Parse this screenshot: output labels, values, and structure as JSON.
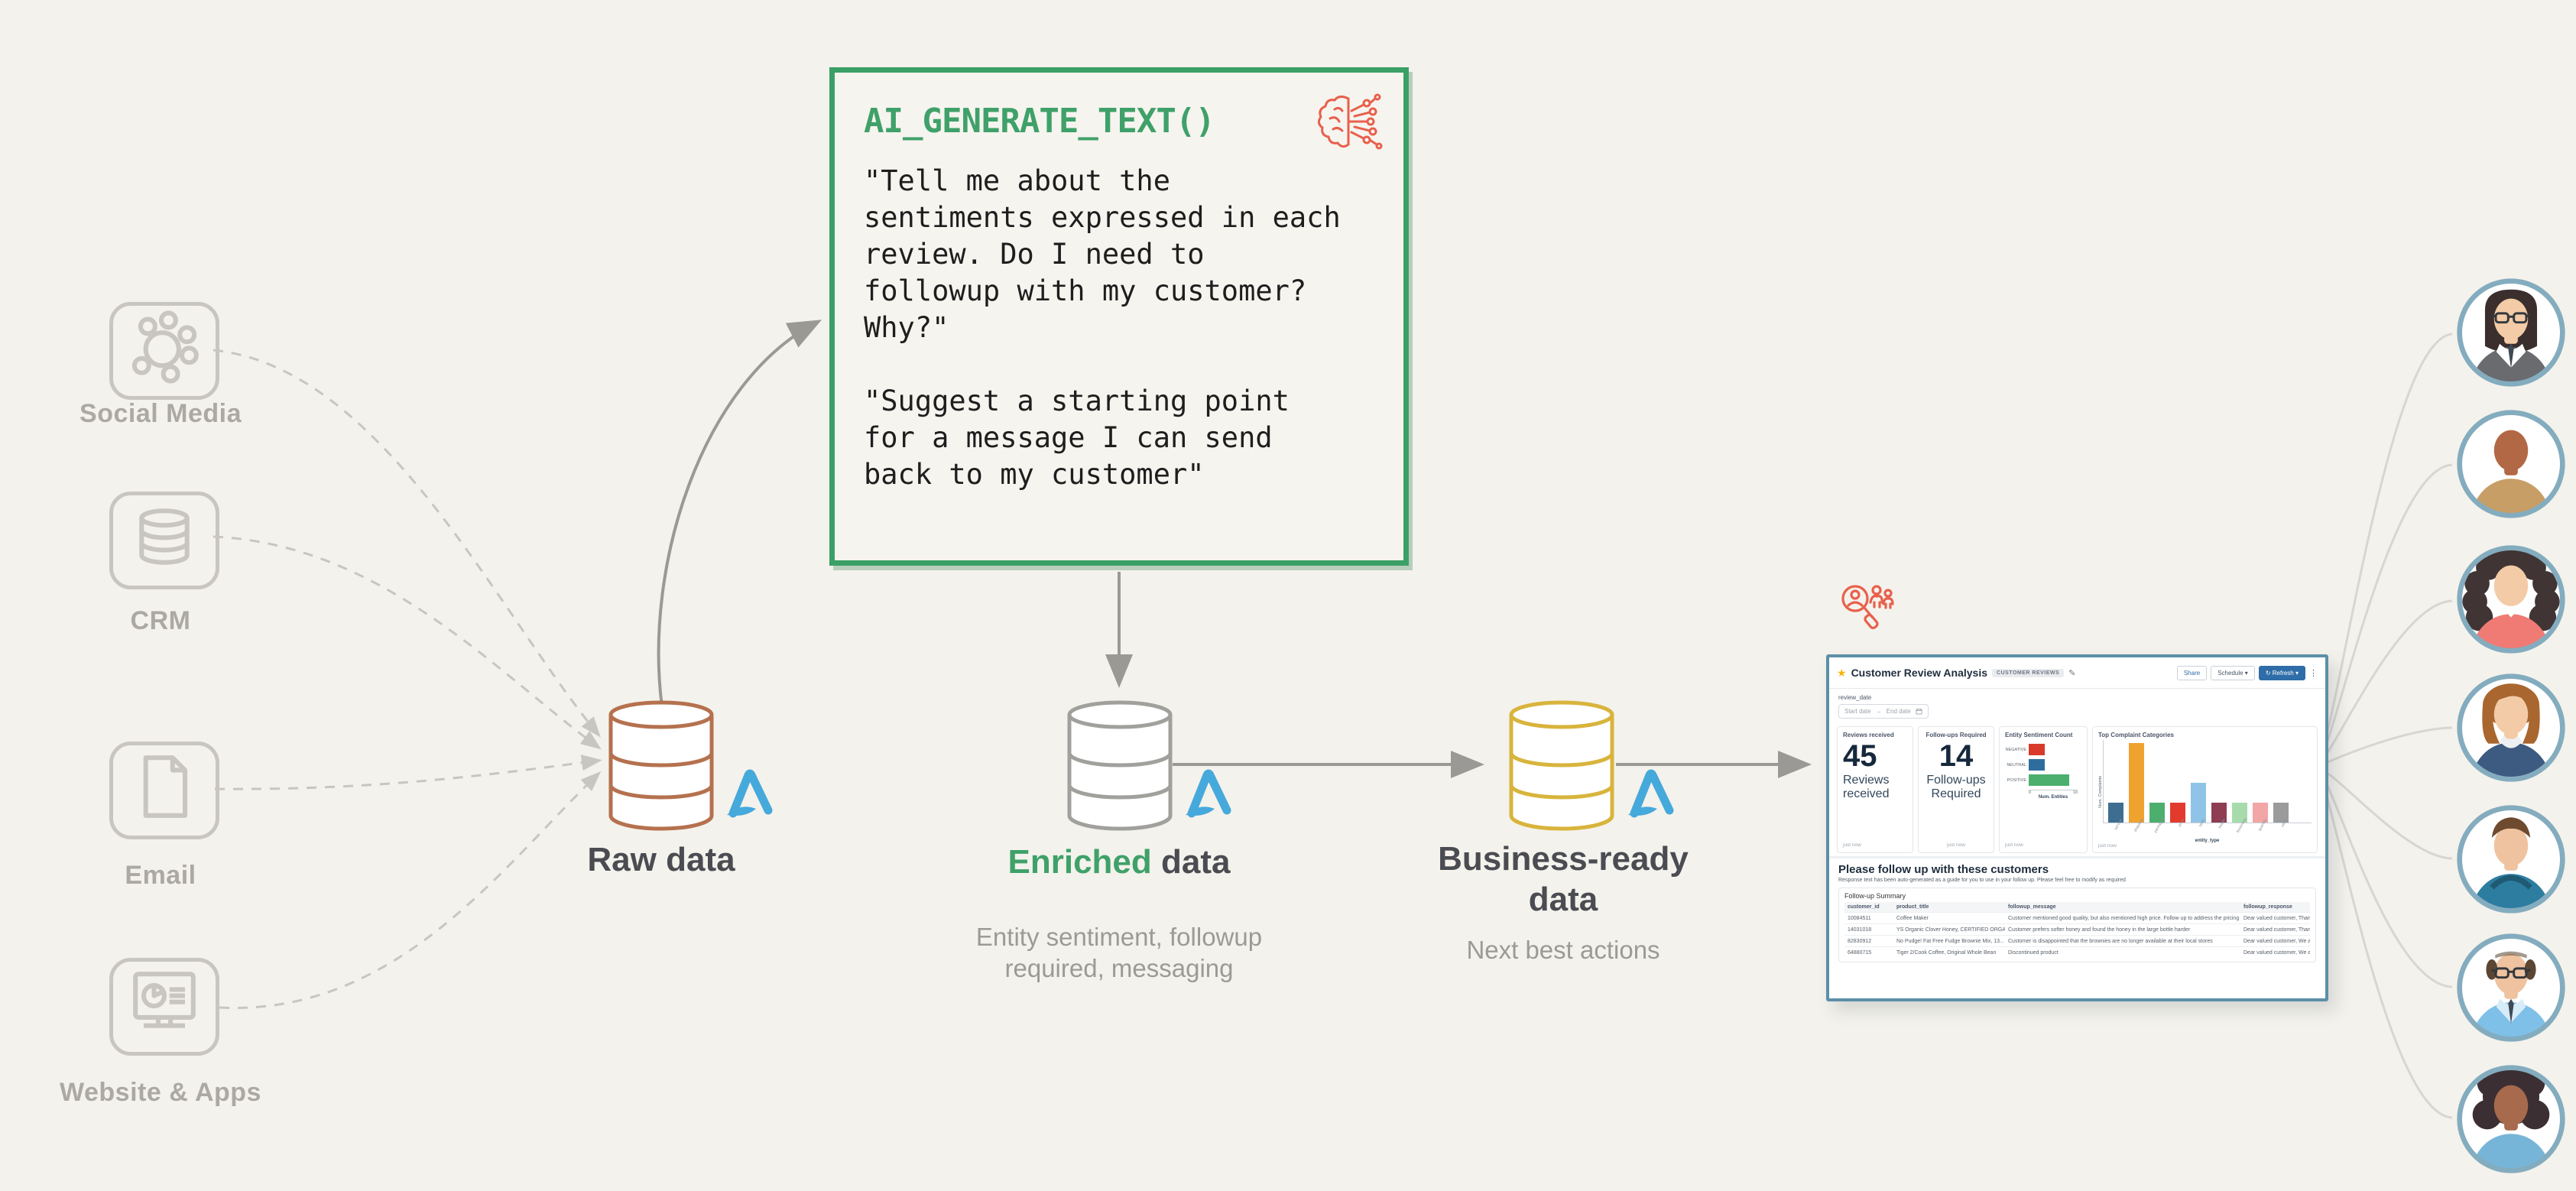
{
  "colors": {
    "background": "#F4F2EC",
    "green": "#3FA169",
    "coral": "#E8604C",
    "blue_logo": "#46A9DB",
    "raw_cylinder": "#B5714E",
    "enriched_cylinder": "#A0A09D",
    "business_cylinder": "#D8B43C",
    "dashboard_border": "#5C8FA8",
    "gray_line": "#9B9995"
  },
  "sources": [
    {
      "label": "Social Media",
      "icon": "social-network-icon"
    },
    {
      "label": "CRM",
      "icon": "database-icon"
    },
    {
      "label": "Email",
      "icon": "document-icon"
    },
    {
      "label": "Website & Apps",
      "icon": "monitor-dashboard-icon"
    }
  ],
  "raw": {
    "label": "Raw data"
  },
  "ai_box": {
    "title": "AI_GENERATE_TEXT()",
    "paragraph1": "\"Tell me about the\nsentiments expressed in each\nreview. Do I need to\nfollowup with my customer?\nWhy?\"",
    "paragraph2": "\"Suggest a starting point\nfor a message I can send\nback to my customer\""
  },
  "enriched": {
    "label_highlight": "Enriched",
    "label_rest": " data",
    "subtitle": "Entity sentiment, followup required, messaging"
  },
  "business": {
    "label_line1": "Business-ready",
    "label_line2": "data",
    "subtitle": "Next best actions"
  },
  "dashboard": {
    "header": {
      "star": "★",
      "title": "Customer Review Analysis",
      "badge": "CUSTOMER REVIEWS",
      "pencil": "✎",
      "share_label": "Share",
      "schedule_label": "Schedule ▾",
      "refresh_label": "↻ Refresh ▾",
      "more": "⋮"
    },
    "filter": {
      "label": "review_date",
      "start_placeholder": "Start date",
      "arrow": "→",
      "end_placeholder": "End date"
    },
    "cards": {
      "reviews": {
        "title": "Reviews received",
        "value": "45",
        "label": "Reviews received",
        "footer": "just now"
      },
      "followups": {
        "title": "Follow-ups Required",
        "value": "14",
        "label": "Follow-ups Required",
        "footer": "just now"
      },
      "sentiment_title": "Entity Sentiment Count",
      "sentiment_footer": "just now",
      "complaints_title": "Top Complaint Categories",
      "complaints_footer": "just now"
    },
    "followup_section": {
      "heading": "Please follow up with these customers",
      "note": "Response text has been auto-generated as a guide for you to use in your follow up. Please feel free to modify as required",
      "panel_title": "Follow-up Summary",
      "columns": [
        "customer_id",
        "product_title",
        "followup_message",
        "followup_response"
      ],
      "rows": [
        [
          "10084511",
          "Coffee Maker",
          "Customer mentioned good quality, but also mentioned high price. Follow up to address the pricing concerns",
          "Dear valued customer, Thank you for bringing..."
        ],
        [
          "14031018",
          "YS Organic Clover Honey, CERTIFIED ORGANIC",
          "Customer prefers softer honey and found the honey in the large bottle harder",
          "Dear valued customer, Thank you for bringing..."
        ],
        [
          "82830912",
          "No Pudge! Fat Free Fudge Brownie Mix, 13...",
          "Customer is disappointed that the brownies are no longer available at their local stores",
          "Dear valued customer, We are sorry to hear tha..."
        ],
        [
          "64880715",
          "Tiger 2/Cook Coffee, Original Whole Bean",
          "Discontinued product",
          "Dear valued customer, We are sorry to hear tha..."
        ]
      ]
    }
  },
  "chart_data": [
    {
      "type": "bar",
      "orientation": "horizontal",
      "title": "Entity Sentiment Count",
      "categories": [
        "NEGATIVE",
        "NEUTRAL",
        "POSITIVE"
      ],
      "values": [
        6,
        6,
        15
      ],
      "colors": [
        "#D93A2B",
        "#2E6E9E",
        "#4CAF6E"
      ],
      "xlabel": "Num. Entities",
      "xticks": [
        "0",
        "10"
      ],
      "xlim": [
        0,
        18
      ]
    },
    {
      "type": "bar",
      "title": "Top Complaint Categories",
      "categories": [
        "service",
        "shipping",
        "packaging",
        "price",
        "taste",
        "health",
        "freshness",
        "quantity",
        "other"
      ],
      "values": [
        1,
        4,
        1,
        1,
        2,
        1,
        1,
        1,
        1
      ],
      "colors": [
        "#3D6E91",
        "#F0A22E",
        "#4CAF6E",
        "#E23B2E",
        "#8FC4E8",
        "#8E3D52",
        "#A8DBAC",
        "#F2A6A6",
        "#9B9B9B"
      ],
      "ylabel": "Num. Complaints",
      "xlabel": "entity_type",
      "ylim": [
        0,
        4
      ]
    }
  ],
  "avatars": [
    {
      "name": "woman-bob-glasses",
      "hair_style": "bob",
      "hair": "#3A2F2D",
      "skin": "#F3CBA7",
      "top": "#6A6B6F",
      "shirt": "#FFFFFF",
      "tie": "#3E4A56",
      "glasses": true
    },
    {
      "name": "bald-man-tan-shirt",
      "hair_style": "bald",
      "hair": "#B26844",
      "skin": "#B26844",
      "top": "#C79E66"
    },
    {
      "name": "woman-curly-coral-top",
      "hair_style": "curly",
      "hair": "#403434",
      "skin": "#F3CBA7",
      "top": "#F07B74",
      "collar": "#FFFFFF"
    },
    {
      "name": "woman-auburn-blazer",
      "hair_style": "wave",
      "hair": "#A9662F",
      "skin": "#F3CBA7",
      "top": "#3D5A80",
      "shirt": "#EDEFF2"
    },
    {
      "name": "man-blue-hoodie",
      "hair_style": "short",
      "hair": "#6E4A2F",
      "skin": "#EFC3A0",
      "top": "#2C7DA0",
      "hoodie": true
    },
    {
      "name": "man-balding-glasses-tie",
      "hair_style": "balding",
      "hair": "#5A4632",
      "skin": "#EFC3A0",
      "top": "#7FC0E8",
      "shirt": "#D6ECF9",
      "tie": "#3E4A56",
      "glasses": true
    },
    {
      "name": "woman-afro-blue-top",
      "hair_style": "afro",
      "hair": "#3C2F33",
      "skin": "#A76A4C",
      "top": "#77B5D8"
    }
  ]
}
